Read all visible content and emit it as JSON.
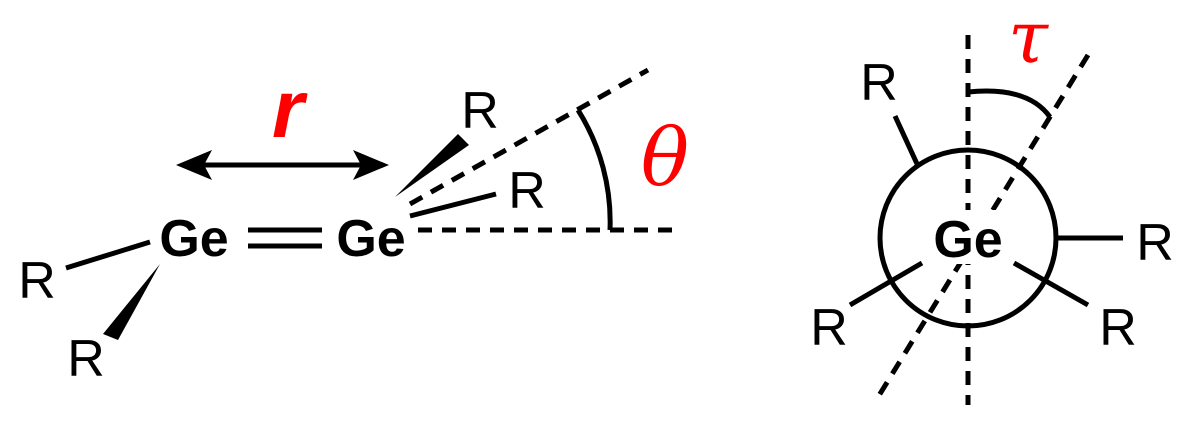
{
  "colors": {
    "ink": "#000000",
    "accent": "#ff0000",
    "background": "#ffffff"
  },
  "left": {
    "ge_left": "Ge",
    "ge_right": "Ge",
    "substituents": [
      "R",
      "R",
      "R",
      "R"
    ],
    "distance_label": "r",
    "angle_label": "θ"
  },
  "right": {
    "ge_center": "Ge",
    "substituents": [
      "R",
      "R",
      "R",
      "R"
    ],
    "torsion_label": "τ"
  }
}
